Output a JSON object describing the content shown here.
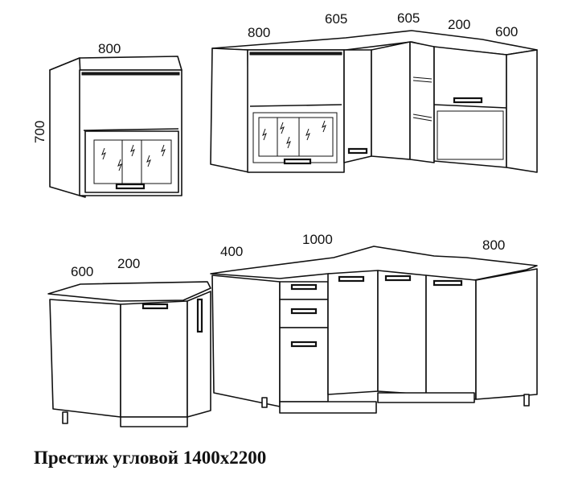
{
  "caption": "Престиж угловой 1400х2200",
  "upper_single": {
    "width": "800",
    "height": "700"
  },
  "upper_corner": {
    "w1": "800",
    "w2": "605",
    "w3": "605",
    "w4": "200",
    "w5": "600"
  },
  "base_left": {
    "w1": "600",
    "w2": "200"
  },
  "base_corner": {
    "w1": "400",
    "w2": "1000",
    "w3": "800"
  }
}
